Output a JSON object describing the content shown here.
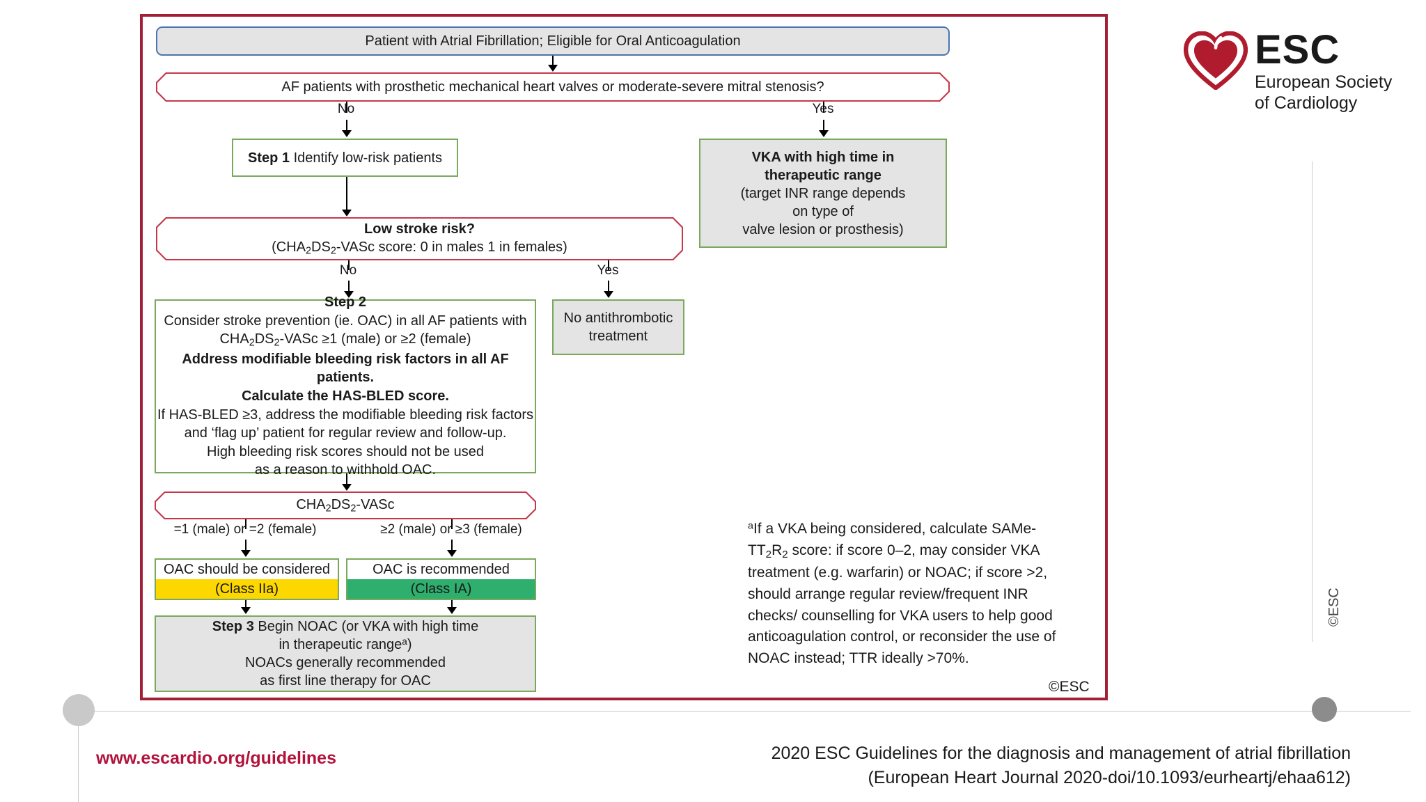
{
  "frame": {
    "copyright_inline": "©ESC",
    "copyright_vertical": "©ESC"
  },
  "logo": {
    "acronym": "ESC",
    "line1": "European Society",
    "line2": "of Cardiology",
    "heart_color": "#b01c2e"
  },
  "flowchart": {
    "header": {
      "label": "Patient with Atrial Fibrillation; Eligible for Oral Anticoagulation"
    },
    "decision_valvular": {
      "label": "AF patients with prosthetic mechanical heart valves or moderate-severe mitral stenosis?",
      "branch_no": "No",
      "branch_yes": "Yes"
    },
    "vka_box": {
      "line1": "VKA with high time in",
      "line2": "therapeutic range",
      "line3": "(target INR range depends",
      "line4": "on type of",
      "line5": "valve lesion or prosthesis)"
    },
    "step1": {
      "step_label": "Step 1",
      "text": "Identify low-risk patients"
    },
    "decision_lowrisk": {
      "title": "Low stroke risk?",
      "subtitle_pre": "(CHA",
      "sub1": "2",
      "subtitle_mid": "DS",
      "sub2": "2",
      "subtitle_post": "-VASc score: 0 in males 1 in females)",
      "branch_no": "No",
      "branch_yes": "Yes"
    },
    "no_treatment": {
      "line1": "No antithrombotic",
      "line2": "treatment"
    },
    "step2": {
      "step_label": "Step 2",
      "line1": "Consider stroke prevention (ie. OAC) in all AF patients with",
      "line2_pre": "CHA",
      "line2_sub1": "2",
      "line2_mid": "DS",
      "line2_sub2": "2",
      "line2_post": "-VASc ≥1 (male) or ≥2 (female)",
      "line3_bold": "Address modifiable bleeding risk factors in all AF patients.",
      "line4_bold": "Calculate the HAS-BLED score.",
      "line5": "If HAS-BLED ≥3, address the modifiable bleeding risk factors",
      "line6": "and ‘flag up’ patient for regular review and follow-up.",
      "line7": "High bleeding risk scores should not be used",
      "line8": "as a reason to withhold OAC."
    },
    "decision_score": {
      "pre": "CHA",
      "sub1": "2",
      "mid": "DS",
      "sub2": "2",
      "post": "-VASc",
      "branch_left": "=1 (male) or =2 (female)",
      "branch_right": "≥2 (male) or ≥3 (female)"
    },
    "rec_considered": {
      "text": "OAC should be considered",
      "class_label": "(Class IIa)",
      "class_color": "#fdd700"
    },
    "rec_recommended": {
      "text": "OAC is recommended",
      "class_label": "(Class IA)",
      "class_color": "#2eaf6e"
    },
    "step3": {
      "step_label": "Step 3",
      "line1": "Begin NOAC (or VKA with high time",
      "line2_pre": "in therapeutic range",
      "line2_sup": "a",
      "line2_post": ")",
      "line3": "NOACs generally recommended",
      "line4": "as first line therapy for OAC"
    }
  },
  "footnote": {
    "marker": "a",
    "part1": "If a VKA being considered, calculate SAMe-TT",
    "sub1": "2",
    "part2": "R",
    "sub2": "2",
    "part3": " score: if score 0–2, may consider VKA treatment (e.g. warfarin) or NOAC; if score >2, should arrange regular review/frequent INR checks/ counselling for VKA users to help good anticoagulation control, or reconsider the use of NOAC instead; TTR ideally >70%."
  },
  "footer": {
    "url": "www.escardio.org/guidelines",
    "title_line1": "2020 ESC Guidelines for the diagnosis and management of atrial fibrillation",
    "title_line2": "(European Heart Journal 2020-doi/10.1093/eurheartj/ehaa612)"
  }
}
